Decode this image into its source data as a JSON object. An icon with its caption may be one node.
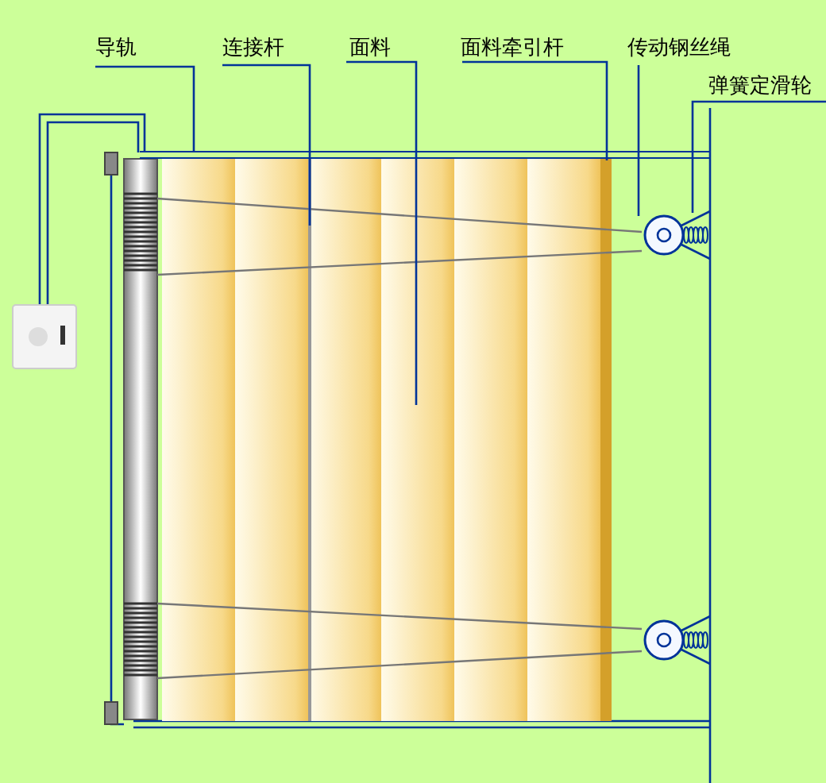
{
  "diagram": {
    "nodes": [
      {
        "text": [
          "导轨"
        ]
      },
      {
        "text": [
          "连接杆"
        ]
      },
      {
        "text": [
          "面料"
        ]
      },
      {
        "text": [
          "面料牵引杆"
        ]
      },
      {
        "text": [
          "传动钢丝绳"
        ]
      },
      {
        "text": [
          "弹簧定滑轮"
        ]
      },
      {
        "text": [],
        "shape": "bar"
      },
      {
        "text": [],
        "shape": "bar",
        "in": 8
      },
      {
        "text": [],
        "shape": "box"
      },
      {
        "text": [],
        "shape": "bar"
      },
      {
        "text": [],
        "shape": "line"
      },
      {
        "text": [],
        "shape": "circle"
      },
      {
        "text": [],
        "shape": "line"
      },
      {
        "text": [],
        "shape": "circle"
      }
    ],
    "edges": [
      {
        "from": 0,
        "to": 6,
        "arrow": "none"
      },
      {
        "from": 1,
        "to": 7,
        "arrow": "none"
      },
      {
        "from": 2,
        "to": 8,
        "arrow": "none"
      },
      {
        "from": 3,
        "to": 9,
        "arrow": "none"
      },
      {
        "from": 4,
        "to": 10,
        "arrow": "none"
      },
      {
        "from": 5,
        "to": 11,
        "arrow": "none"
      }
    ]
  }
}
